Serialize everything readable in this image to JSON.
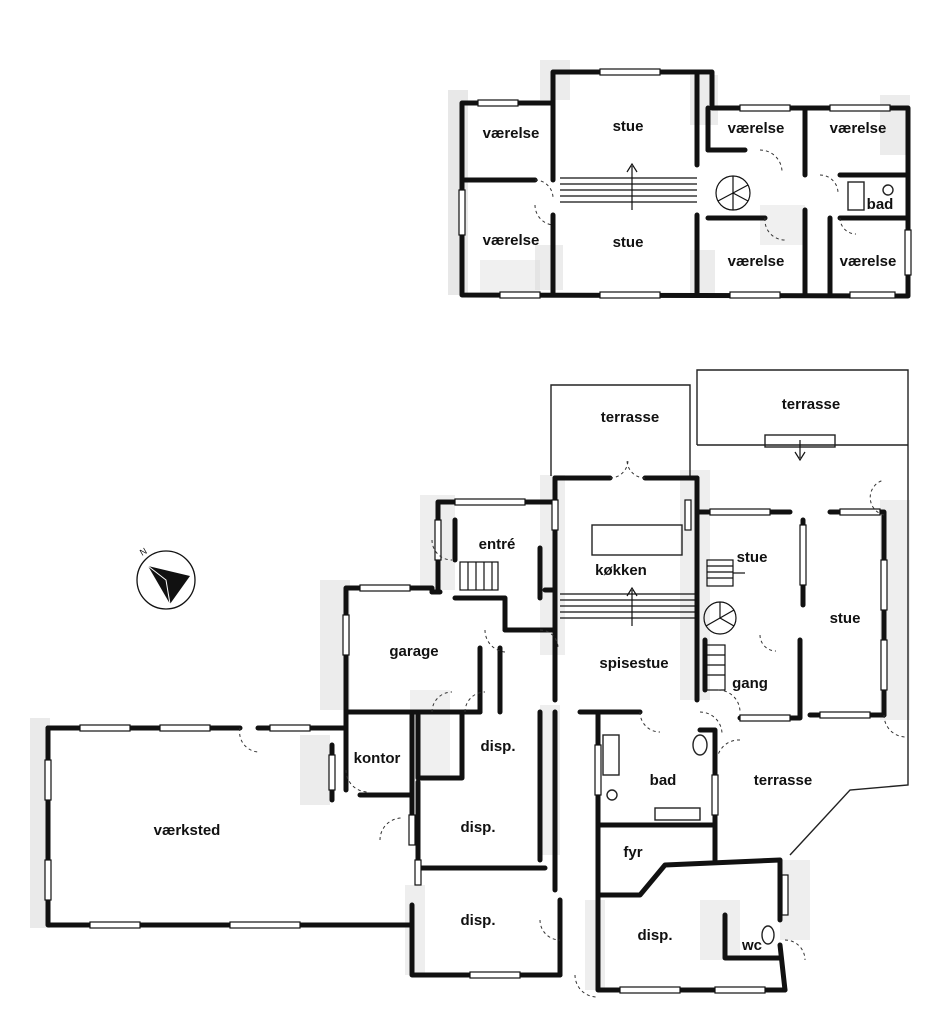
{
  "upper_floor": {
    "rooms": [
      {
        "id": "vaerelse-nw",
        "label": "værelse"
      },
      {
        "id": "stue-upper-n",
        "label": "stue"
      },
      {
        "id": "vaerelse-ne1",
        "label": "værelse"
      },
      {
        "id": "vaerelse-ne2",
        "label": "værelse"
      },
      {
        "id": "bad-upper",
        "label": "bad"
      },
      {
        "id": "vaerelse-sw",
        "label": "værelse"
      },
      {
        "id": "stue-upper-s",
        "label": "stue"
      },
      {
        "id": "vaerelse-se1",
        "label": "værelse"
      },
      {
        "id": "vaerelse-se2",
        "label": "værelse"
      }
    ]
  },
  "ground_floor": {
    "rooms": [
      {
        "id": "terrasse-n1",
        "label": "terrasse"
      },
      {
        "id": "terrasse-n2",
        "label": "terrasse"
      },
      {
        "id": "entre",
        "label": "entré"
      },
      {
        "id": "kokken",
        "label": "køkken"
      },
      {
        "id": "stue-small",
        "label": "stue"
      },
      {
        "id": "stue-large",
        "label": "stue"
      },
      {
        "id": "garage",
        "label": "garage"
      },
      {
        "id": "spisestue",
        "label": "spisestue"
      },
      {
        "id": "gang",
        "label": "gang"
      },
      {
        "id": "kontor",
        "label": "kontor"
      },
      {
        "id": "disp-1",
        "label": "disp."
      },
      {
        "id": "bad",
        "label": "bad"
      },
      {
        "id": "terrasse-e",
        "label": "terrasse"
      },
      {
        "id": "vaerksted",
        "label": "værksted"
      },
      {
        "id": "disp-2",
        "label": "disp."
      },
      {
        "id": "fyr",
        "label": "fyr"
      },
      {
        "id": "disp-3",
        "label": "disp."
      },
      {
        "id": "disp-4",
        "label": "disp."
      },
      {
        "id": "wc",
        "label": "wc"
      }
    ]
  },
  "compass": {
    "north_label": "N"
  }
}
